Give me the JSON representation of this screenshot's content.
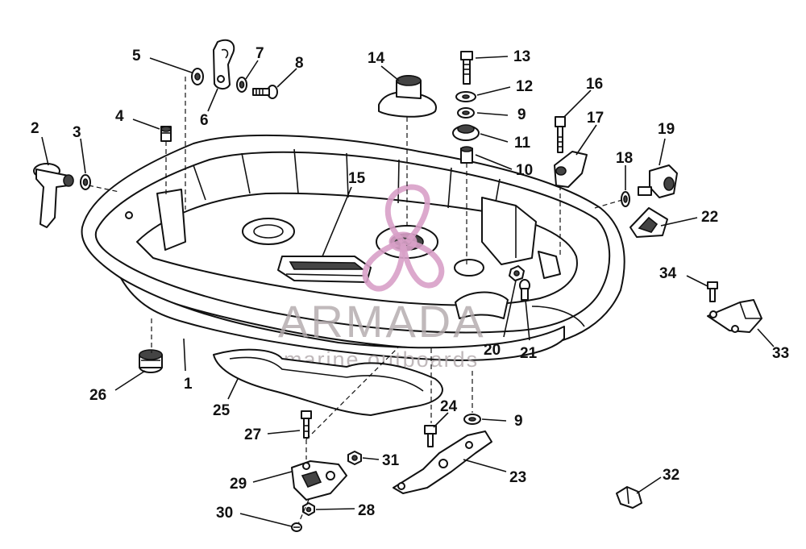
{
  "watermark": {
    "brand": "ARMADA",
    "tagline": "marine outboards",
    "logo_color": "#d8a0c8"
  },
  "callouts": [
    "1",
    "2",
    "3",
    "4",
    "5",
    "6",
    "7",
    "8",
    "9",
    "9",
    "10",
    "11",
    "12",
    "13",
    "14",
    "15",
    "16",
    "17",
    "18",
    "19",
    "20",
    "21",
    "22",
    "23",
    "24",
    "25",
    "26",
    "27",
    "28",
    "29",
    "30",
    "31",
    "32",
    "33",
    "34"
  ],
  "parts": [
    "lower-cowl",
    "throttle-lever",
    "washer",
    "grommet-nipple",
    "washer",
    "latch-hook",
    "lock-washer",
    "screw",
    "washer",
    "spacer",
    "grommet",
    "washer",
    "bolt",
    "shift-boot",
    "seal-strip",
    "bolt",
    "bracket",
    "washer",
    "fuel-connector",
    "nut",
    "screw",
    "fuel-clip",
    "support-bracket",
    "bolt",
    "seal",
    "grommet",
    "bolt",
    "lock-nut",
    "bracket",
    "screw",
    "nut",
    "clip",
    "bracket",
    "bolt"
  ]
}
